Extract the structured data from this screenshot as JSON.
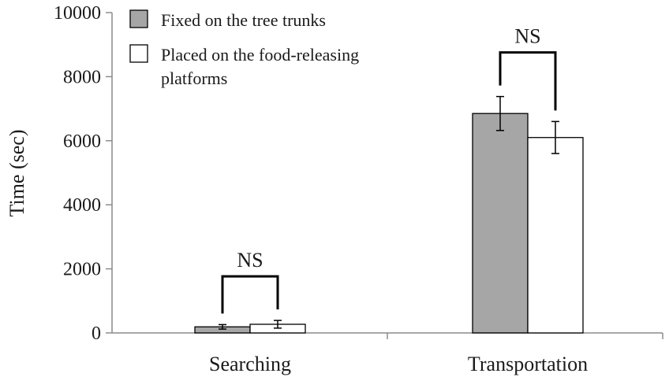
{
  "chart_data": {
    "type": "bar",
    "title": "",
    "xlabel": "",
    "ylabel": "Time (sec)",
    "ylim": [
      0,
      10000
    ],
    "yticks": [
      0,
      2000,
      4000,
      6000,
      8000,
      10000
    ],
    "categories": [
      "Searching",
      "Transportation"
    ],
    "series": [
      {
        "name": "Fixed on the tree trunks",
        "color": "#a6a6a6",
        "values": [
          190,
          6850
        ],
        "errors": [
          70,
          530
        ]
      },
      {
        "name": "Placed on the food-releasing platforms",
        "name_lines": [
          "Placed on the food-releasing",
          "platforms"
        ],
        "color": "#ffffff",
        "values": [
          270,
          6100
        ],
        "errors": [
          120,
          500
        ]
      }
    ],
    "annotations": [
      {
        "category": "Searching",
        "text": "NS"
      },
      {
        "category": "Transportation",
        "text": "NS"
      }
    ],
    "legend_position": "top-left",
    "grid": false
  }
}
